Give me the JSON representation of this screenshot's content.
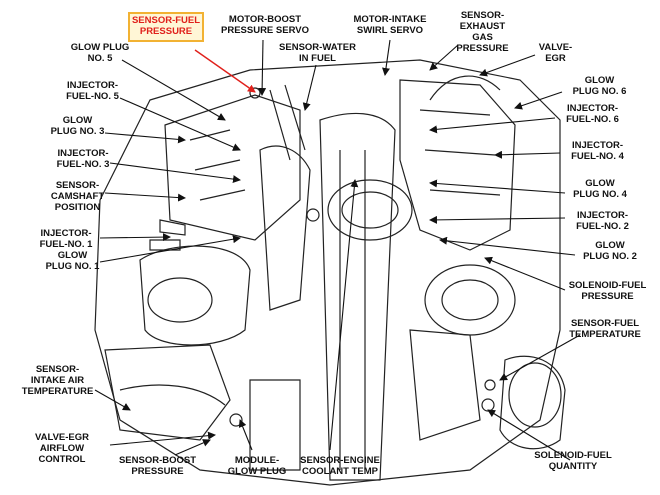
{
  "labels": {
    "sensor_fuel_pressure_top": "SENSOR-FUEL\nPRESSURE",
    "motor_boost": "MOTOR-BOOST\nPRESSURE SERVO",
    "motor_intake": "MOTOR-INTAKE\nSWIRL SERVO",
    "sensor_exhaust": "SENSOR-\nEXHAUST\nGAS\nPRESSURE",
    "glow_plug_5": "GLOW PLUG\nNO. 5",
    "sensor_water": "SENSOR-WATER\nIN FUEL",
    "valve_egr": "VALVE-\nEGR",
    "injector_5": "INJECTOR-\nFUEL-NO. 5",
    "glow_plug_6": "GLOW\nPLUG NO. 6",
    "glow_plug_3": "GLOW\nPLUG NO. 3",
    "injector_6": "INJECTOR-\nFUEL-NO. 6",
    "injector_3": "INJECTOR-\nFUEL-NO. 3",
    "injector_4": "INJECTOR-\nFUEL-NO. 4",
    "sensor_camshaft": "SENSOR-\nCAMSHAFT\nPOSITION",
    "glow_plug_4": "GLOW\nPLUG NO. 4",
    "injector_2": "INJECTOR-\nFUEL-NO. 2",
    "injector_1": "INJECTOR-\nFUEL-NO. 1",
    "glow_plug_2": "GLOW\nPLUG NO. 2",
    "glow_plug_1": "GLOW\nPLUG NO. 1",
    "solenoid_fuel_pressure": "SOLENOID-FUEL\nPRESSURE",
    "sensor_fuel_temp": "SENSOR-FUEL\nTEMPERATURE",
    "sensor_intake_air": "SENSOR-\nINTAKE AIR\nTEMPERATURE",
    "valve_egr_airflow": "VALVE-EGR\nAIRFLOW\nCONTROL",
    "sensor_boost": "SENSOR-BOOST\nPRESSURE",
    "module_glow": "MODULE-\nGLOW PLUG",
    "sensor_engine_coolant": "SENSOR-ENGINE\nCOOLANT TEMP",
    "solenoid_fuel_quantity": "SOLENOID-FUEL\nQUANTITY"
  },
  "colors": {
    "highlight_text": "#e0201b",
    "highlight_border": "#f2b233",
    "highlight_fill": "#fff6d6",
    "arrow_red": "#e0201b",
    "ink": "#111111"
  }
}
